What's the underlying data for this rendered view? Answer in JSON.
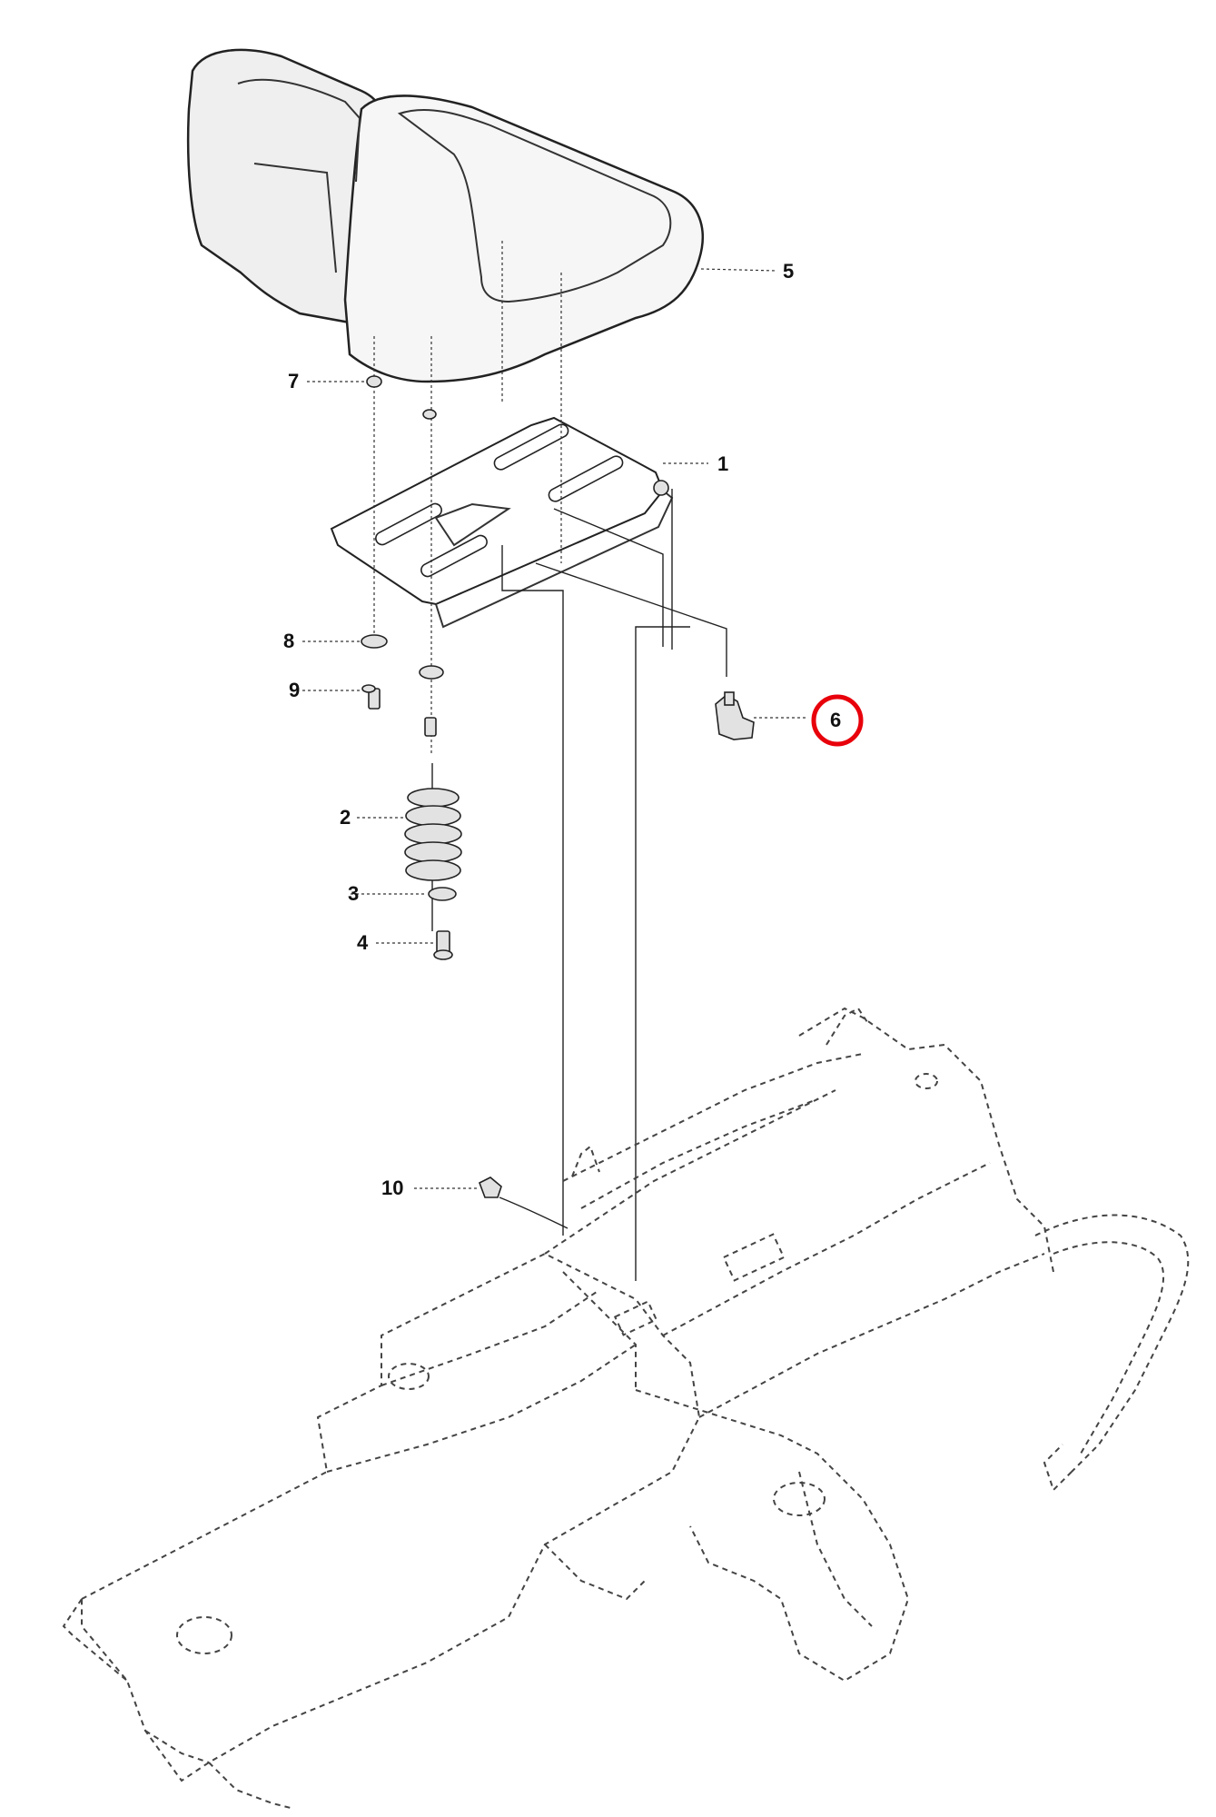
{
  "callouts": {
    "c1": "1",
    "c2": "2",
    "c3": "3",
    "c4": "4",
    "c5": "5",
    "c6": "6",
    "c7": "7",
    "c8": "8",
    "c9": "9",
    "c10": "10"
  },
  "highlighted_part": "6",
  "highlight_color": "#e8000b"
}
